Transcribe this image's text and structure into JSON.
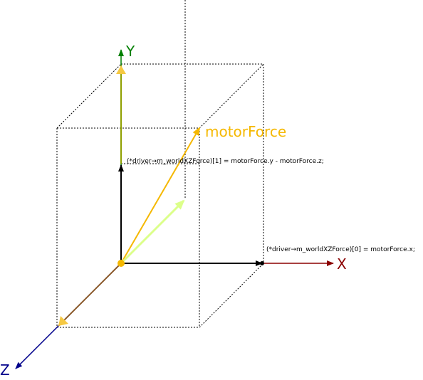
{
  "axes": {
    "x": {
      "label": "X",
      "color": "#8b0000"
    },
    "y": {
      "label": "Y",
      "color": "#008000"
    },
    "z": {
      "label": "Z",
      "color": "#00008b"
    }
  },
  "vectors": {
    "motor_force": {
      "label": "motorForce",
      "color": "#f5b800"
    },
    "projection_color": "#dcff8a",
    "component_color": "#000000",
    "y_overlay_color": "#8fa000",
    "z_overlay_color": "#8b5a2b"
  },
  "formulas": {
    "y_component": "(*driver→m_worldXZForce)[1] = motorForce.y - motorForce.z;",
    "x_component": "(*driver→m_worldXZForce)[0] = motorForce.x;"
  }
}
